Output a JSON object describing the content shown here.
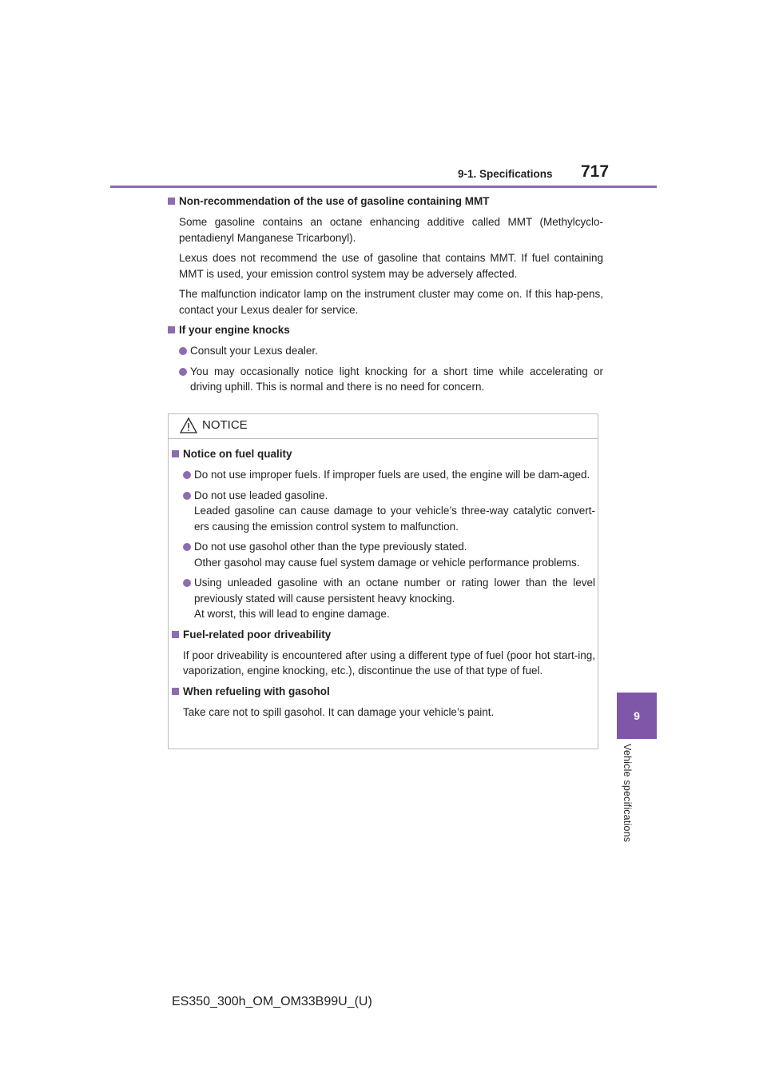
{
  "header": {
    "section": "9-1. Specifications",
    "page_number": "717"
  },
  "side_tab": {
    "chapter_number": "9",
    "chapter_title": "Vehicle specifications"
  },
  "sections": [
    {
      "heading": "Non-recommendation of the use of gasoline containing MMT",
      "paragraphs": [
        "Some gasoline contains an octane enhancing additive called MMT (Methylcyclo-pentadienyl Manganese Tricarbonyl).",
        "Lexus does not recommend the use of gasoline that contains MMT. If fuel containing MMT is used, your emission control system may be adversely affected.",
        "The malfunction indicator lamp on the instrument cluster may come on. If this hap-pens, contact your Lexus dealer for service."
      ]
    },
    {
      "heading": "If your engine knocks",
      "bullets": [
        "Consult your Lexus dealer.",
        "You may occasionally notice light knocking for a short time while accelerating or driving uphill. This is normal and there is no need for concern."
      ]
    }
  ],
  "notice": {
    "title": "NOTICE",
    "sections": [
      {
        "heading": "Notice on fuel quality",
        "bullets": [
          [
            "Do not use improper fuels. If improper fuels are used, the engine will be dam-aged."
          ],
          [
            "Do not use leaded gasoline.",
            "Leaded gasoline can cause damage to your vehicle’s three-way catalytic convert-ers causing the emission control system to malfunction."
          ],
          [
            "Do not use gasohol other than the type previously stated.",
            "Other gasohol may cause fuel system damage or vehicle performance problems."
          ],
          [
            "Using unleaded gasoline with an octane number or rating lower than the level previously stated will cause persistent heavy knocking.",
            "At worst, this will lead to engine damage."
          ]
        ]
      },
      {
        "heading": "Fuel-related poor driveability",
        "paragraphs": [
          "If poor driveability is encountered after using a different type of fuel (poor hot start-ing, vaporization, engine knocking, etc.), discontinue the use of that type of fuel."
        ]
      },
      {
        "heading": "When refueling with gasohol",
        "paragraphs": [
          "Take care not to spill gasohol. It can damage your vehicle’s paint."
        ]
      }
    ]
  },
  "footer": {
    "code": "ES350_300h_OM_OM33B99U_(U)"
  },
  "colors": {
    "accent": "#8d6cb0",
    "tab": "#7f57a8"
  }
}
